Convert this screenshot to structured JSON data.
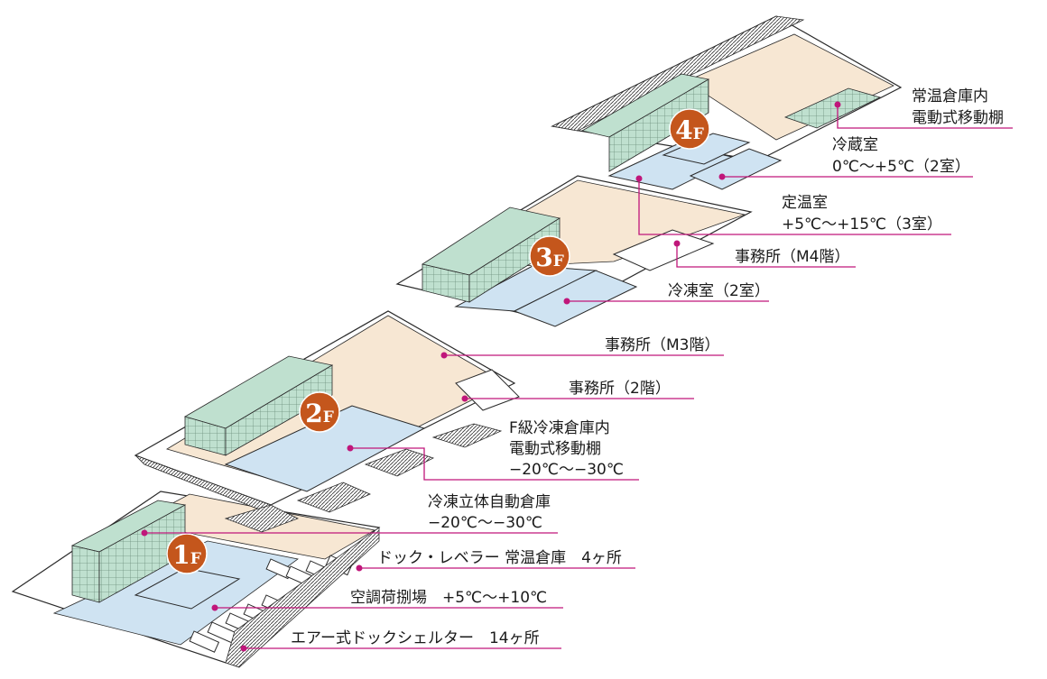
{
  "colors": {
    "leader": "#c0167a",
    "floor_beige": "#f7e7d3",
    "cold_room": "#cfe3f2",
    "rack_green": "#bfe0cf",
    "outline": "#2a2a2a",
    "badge": "#c4561c"
  },
  "floors": [
    {
      "id": "1f",
      "badge": {
        "num": "1",
        "suffix": "F"
      }
    },
    {
      "id": "2f",
      "badge": {
        "num": "2",
        "suffix": "F"
      }
    },
    {
      "id": "3f",
      "badge": {
        "num": "3",
        "suffix": "F"
      }
    },
    {
      "id": "4f",
      "badge": {
        "num": "4",
        "suffix": "F"
      }
    }
  ],
  "callouts": [
    {
      "id": "room-temp-warehouse-racks",
      "lines": [
        "常温倉庫内",
        "電動式移動棚"
      ]
    },
    {
      "id": "refrigerator-room",
      "lines": [
        "冷蔵室",
        "0℃〜+5℃（2室）"
      ]
    },
    {
      "id": "constant-temp-room",
      "lines": [
        "定温室",
        "+5℃〜+15℃（3室）"
      ]
    },
    {
      "id": "office-m4",
      "lines": [
        "事務所（M4階）"
      ]
    },
    {
      "id": "freezer-room",
      "lines": [
        "冷凍室（2室）"
      ]
    },
    {
      "id": "office-m3",
      "lines": [
        "事務所（M3階）"
      ]
    },
    {
      "id": "office-2f",
      "lines": [
        "事務所（2階）"
      ]
    },
    {
      "id": "f-class-freezer-racks",
      "lines": [
        "F級冷凍倉庫内",
        "電動式移動棚",
        "−20℃〜−30℃"
      ]
    },
    {
      "id": "freezer-automated-warehouse",
      "lines": [
        "冷凍立体自動倉庫",
        "−20℃〜−30℃"
      ]
    },
    {
      "id": "dock-leveler",
      "lines": [
        "ドック・レベラー 常温倉庫　4ヶ所"
      ]
    },
    {
      "id": "air-conditioned-handling",
      "lines": [
        "空調荷捌場　+5℃〜+10℃"
      ]
    },
    {
      "id": "air-dock-shelter",
      "lines": [
        "エアー式ドックシェルター　14ヶ所"
      ]
    }
  ]
}
